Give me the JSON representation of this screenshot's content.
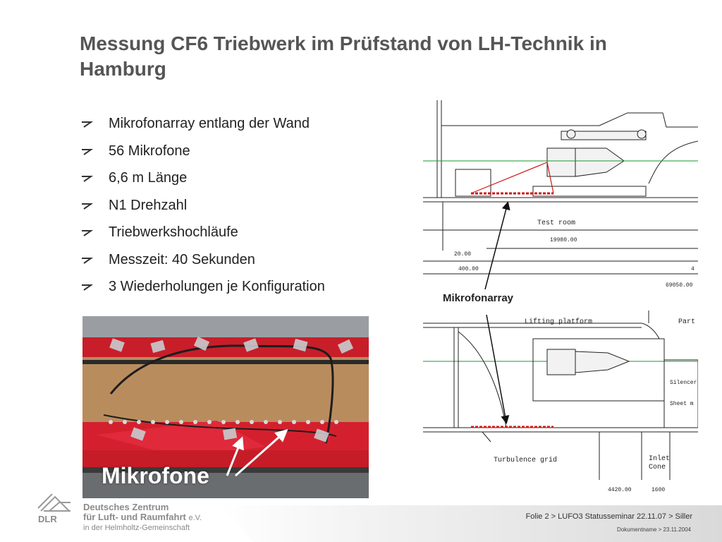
{
  "slide": {
    "title": "Messung CF6 Triebwerk im Prüfstand von LH-Technik in Hamburg",
    "bullets": [
      "Mikrofonarray entlang der Wand",
      "56 Mikrofone",
      "6,6 m Länge",
      "N1 Drehzahl",
      "Triebwerkshochläufe",
      "Messzeit: 40 Sekunden",
      "3 Wiederholungen je Konfiguration"
    ]
  },
  "photo": {
    "label": "Mikrofone"
  },
  "drawing": {
    "array_label": "Mikrofonarray",
    "top_view": {
      "test_room": "Test room",
      "dim_19980": "19980.00",
      "dim_20": "20.00",
      "dim_400": "400.00",
      "dim_69050": "69050.00",
      "dim_4": "4"
    },
    "bottom_view": {
      "lifting_platform": "Lifting platform",
      "part": "Part",
      "silencer": "Silencer",
      "sheet": "Sheet m",
      "turbulence_grid": "Turbulence grid",
      "inlet": "Inlet",
      "cone": "Cone",
      "dim_4420": "4420.00",
      "dim_1600": "1600"
    }
  },
  "footer": {
    "org_line1": "Deutsches Zentrum",
    "org_line2": "für Luft- und Raumfahrt",
    "org_ev": "e.V.",
    "org_line3": "in der Helmholtz-Gemeinschaft",
    "logo_text": "DLR",
    "slide_info": "Folie 2 > LUFO3 Statusseminar 22.11.07 > Siller",
    "doc_info": "Dokumentname > 23.11.2004"
  },
  "colors": {
    "title": "#555555",
    "accent_red": "#cc1a1a",
    "footer_gray": "#8a8a8a"
  }
}
